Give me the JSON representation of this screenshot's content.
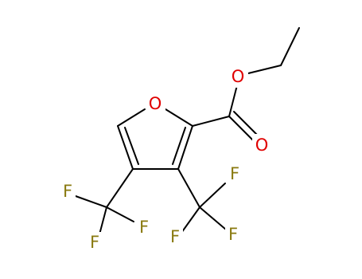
{
  "molecule": {
    "atoms": {
      "O_ring": {
        "symbol": "O",
        "color": "#e00000"
      },
      "O_ester": {
        "symbol": "O",
        "color": "#e00000"
      },
      "O_carbonyl": {
        "symbol": "O",
        "color": "#e00000"
      },
      "F1": {
        "symbol": "F",
        "color": "#8a7a10"
      },
      "F2": {
        "symbol": "F",
        "color": "#8a7a10"
      },
      "F3": {
        "symbol": "F",
        "color": "#8a7a10"
      },
      "F4": {
        "symbol": "F",
        "color": "#8a7a10"
      },
      "F5": {
        "symbol": "F",
        "color": "#8a7a10"
      },
      "F6": {
        "symbol": "F",
        "color": "#8a7a10"
      }
    },
    "bond_color": "#000000",
    "background": "#ffffff"
  }
}
